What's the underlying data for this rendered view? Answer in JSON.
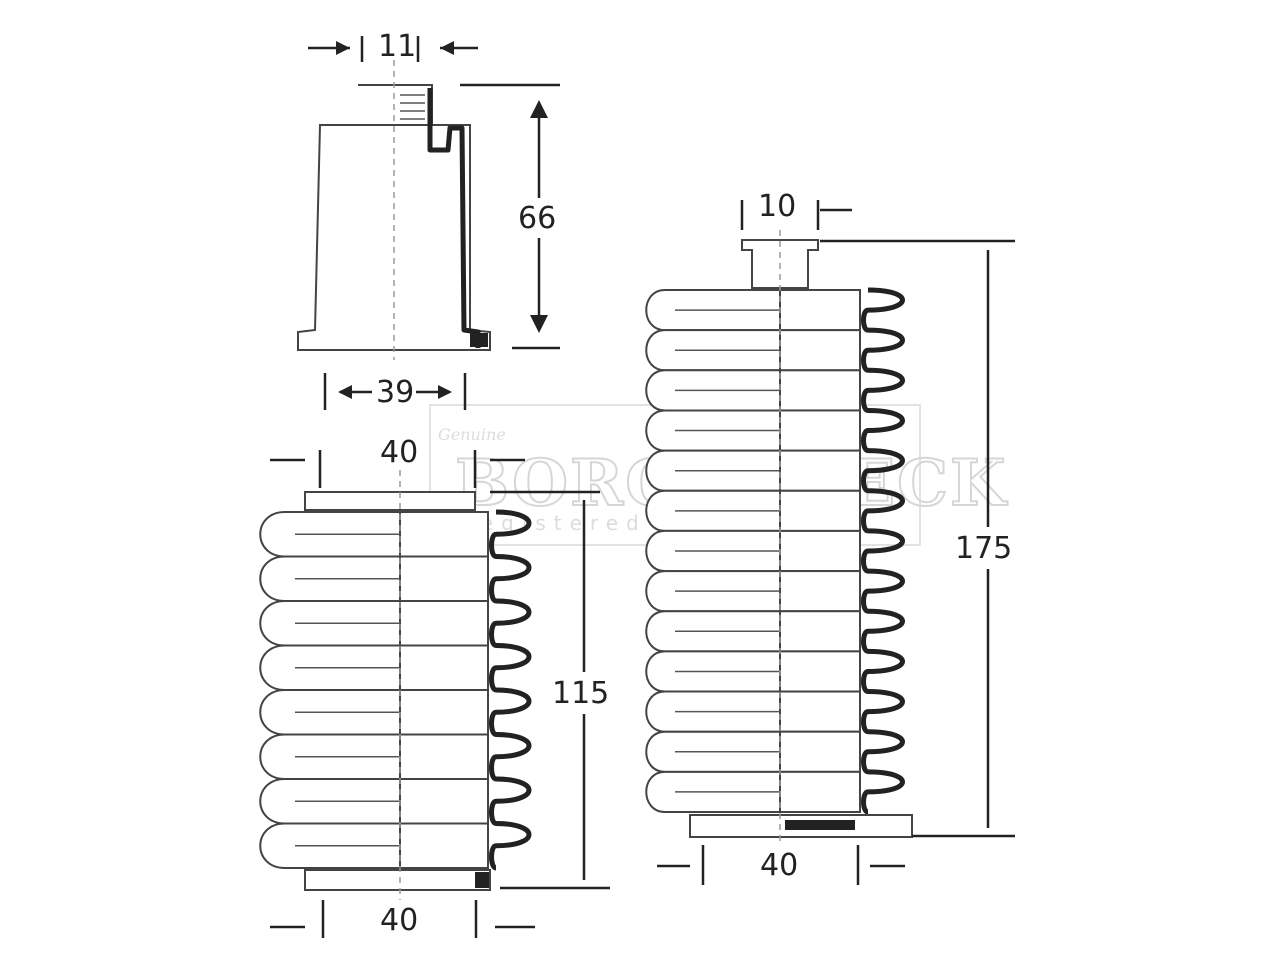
{
  "watermark": {
    "brand": "BORG & BECK",
    "tagline": "registered trademark",
    "script": "Genuine"
  },
  "dimensions": {
    "small_boot_top_width": "11",
    "small_boot_height": "66",
    "small_boot_bottom_width": "39",
    "boot_a_top_width": "40",
    "boot_a_height": "115",
    "boot_a_bottom_width": "40",
    "boot_b_top_width": "10",
    "boot_b_height": "175",
    "boot_b_bottom_width": "40"
  }
}
